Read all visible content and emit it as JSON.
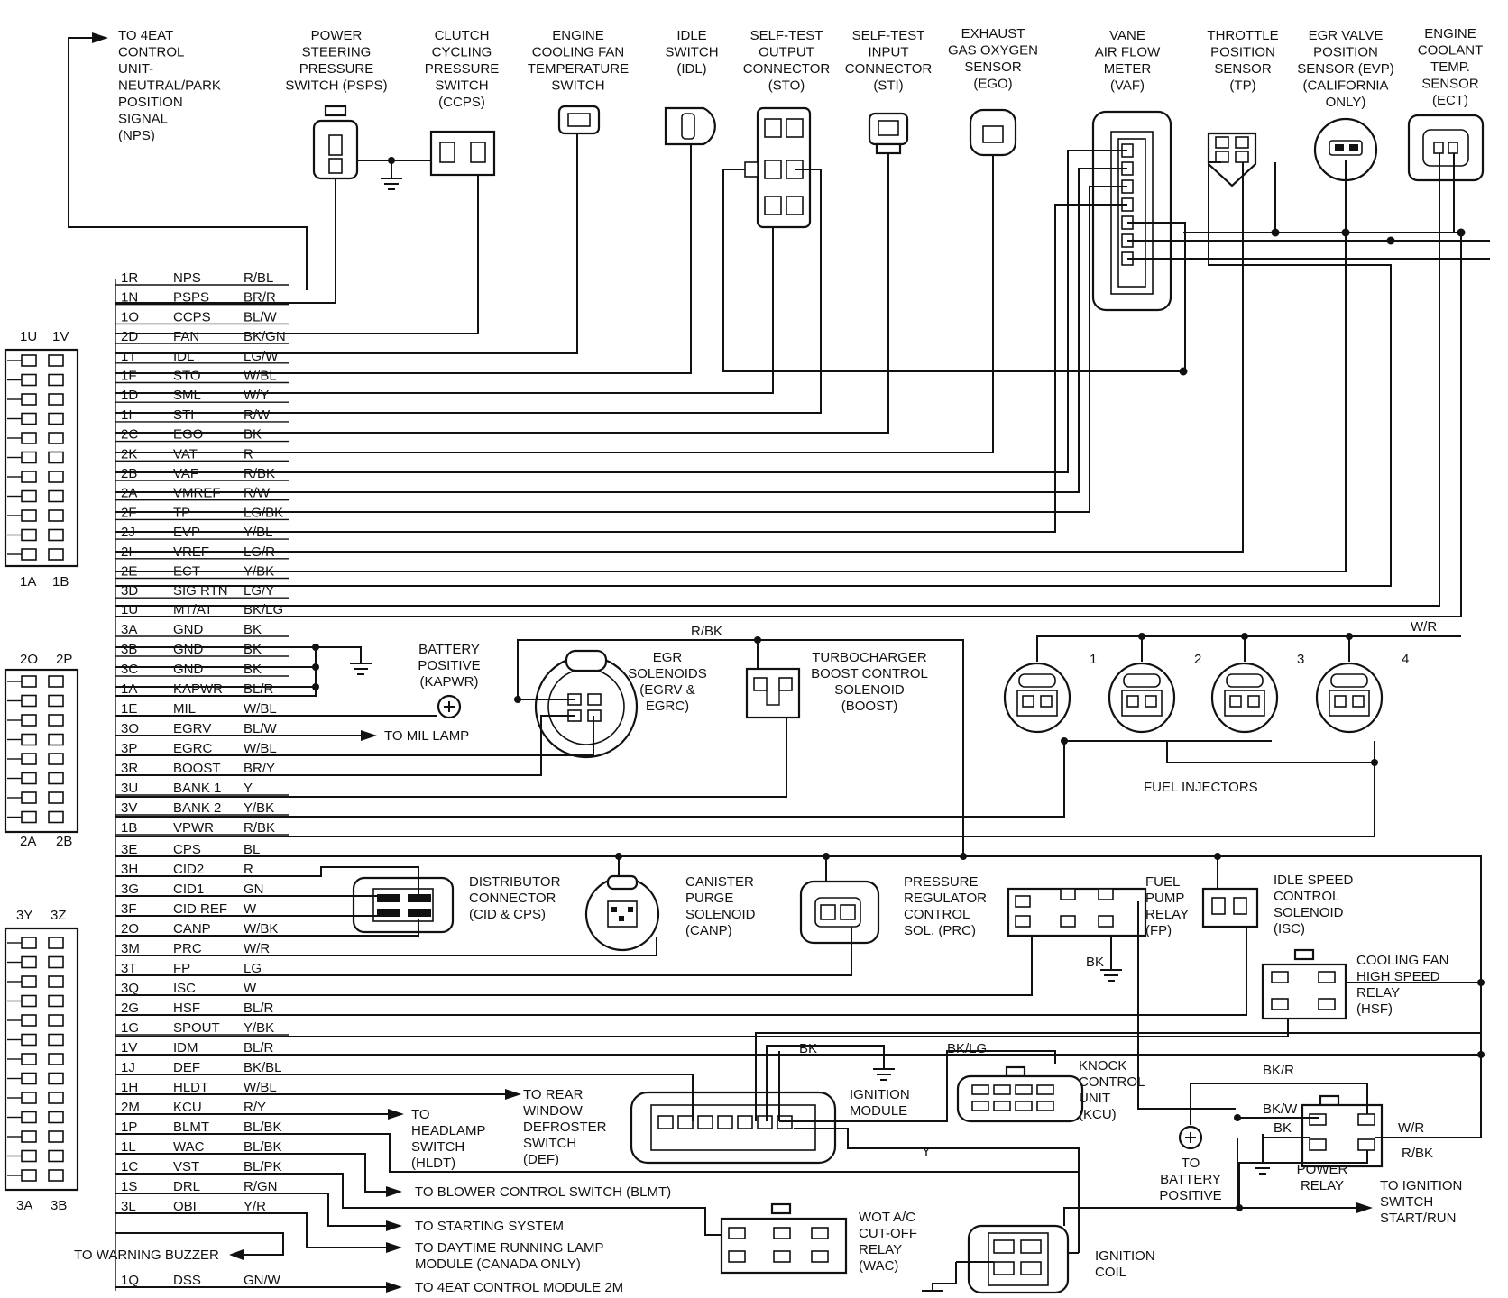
{
  "ecu_pin_rows": [
    {
      "pin": "1R",
      "sig": "NPS",
      "color": "R/BL"
    },
    {
      "pin": "1N",
      "sig": "PSPS",
      "color": "BR/R"
    },
    {
      "pin": "1O",
      "sig": "CCPS",
      "color": "BL/W"
    },
    {
      "pin": "2D",
      "sig": "FAN",
      "color": "BK/GN"
    },
    {
      "pin": "1T",
      "sig": "IDL",
      "color": "LG/W"
    },
    {
      "pin": "1F",
      "sig": "STO",
      "color": "W/BL"
    },
    {
      "pin": "1D",
      "sig": "SML",
      "color": "W/Y"
    },
    {
      "pin": "1I",
      "sig": "STI",
      "color": "R/W"
    },
    {
      "pin": "2C",
      "sig": "EGO",
      "color": "BK"
    },
    {
      "pin": "2K",
      "sig": "VAT",
      "color": "R"
    },
    {
      "pin": "2B",
      "sig": "VAF",
      "color": "R/BK"
    },
    {
      "pin": "2A",
      "sig": "VMREF",
      "color": "R/W"
    },
    {
      "pin": "2F",
      "sig": "TP",
      "color": "LG/BK"
    },
    {
      "pin": "2J",
      "sig": "EVP",
      "color": "Y/BL"
    },
    {
      "pin": "2I",
      "sig": "VREF",
      "color": "LG/R"
    },
    {
      "pin": "2E",
      "sig": "ECT",
      "color": "Y/BK"
    },
    {
      "pin": "3D",
      "sig": "SIG  RTN",
      "color": "LG/Y"
    },
    {
      "pin": "1U",
      "sig": "MT/AT",
      "color": "BK/LG"
    },
    {
      "pin": "3A",
      "sig": "GND",
      "color": "BK"
    },
    {
      "pin": "3B",
      "sig": "GND",
      "color": "BK"
    },
    {
      "pin": "3C",
      "sig": "GND",
      "color": "BK"
    },
    {
      "pin": "1A",
      "sig": "KAPWR",
      "color": "BL/R"
    },
    {
      "pin": "1E",
      "sig": "MIL",
      "color": "W/BL"
    },
    {
      "pin": "3O",
      "sig": "EGRV",
      "color": "BL/W"
    },
    {
      "pin": "3P",
      "sig": "EGRC",
      "color": "W/BL"
    },
    {
      "pin": "3R",
      "sig": "BOOST",
      "color": "BR/Y"
    },
    {
      "pin": "3U",
      "sig": "BANK 1",
      "color": "Y"
    },
    {
      "pin": "3V",
      "sig": "BANK 2",
      "color": "Y/BK"
    },
    {
      "pin": "1B",
      "sig": "VPWR",
      "color": "R/BK"
    },
    {
      "pin": "3E",
      "sig": "CPS",
      "color": "BL"
    },
    {
      "pin": "3H",
      "sig": "CID2",
      "color": "R"
    },
    {
      "pin": "3G",
      "sig": "CID1",
      "color": "GN"
    },
    {
      "pin": "3F",
      "sig": "CID  REF",
      "color": "W"
    },
    {
      "pin": "2O",
      "sig": "CANP",
      "color": "W/BK"
    },
    {
      "pin": "3M",
      "sig": "PRC",
      "color": "W/R"
    },
    {
      "pin": "3T",
      "sig": "FP",
      "color": "LG"
    },
    {
      "pin": "3Q",
      "sig": "ISC",
      "color": "W"
    },
    {
      "pin": "2G",
      "sig": "HSF",
      "color": "BL/R"
    },
    {
      "pin": "1G",
      "sig": "SPOUT",
      "color": "Y/BK"
    },
    {
      "pin": "1V",
      "sig": "IDM",
      "color": "BL/R"
    },
    {
      "pin": "1J",
      "sig": "DEF",
      "color": "BK/BL"
    },
    {
      "pin": "1H",
      "sig": "HLDT",
      "color": "W/BL"
    },
    {
      "pin": "2M",
      "sig": "KCU",
      "color": "R/Y"
    },
    {
      "pin": "1P",
      "sig": "BLMT",
      "color": "BL/BK"
    },
    {
      "pin": "1L",
      "sig": "WAC",
      "color": "BL/BK"
    },
    {
      "pin": "1C",
      "sig": "VST",
      "color": "BL/PK"
    },
    {
      "pin": "1S",
      "sig": "DRL",
      "color": "R/GN"
    },
    {
      "pin": "3L",
      "sig": "OBI",
      "color": "Y/R"
    },
    {
      "pin": "1Q",
      "sig": "DSS",
      "color": "GN/W"
    }
  ],
  "connector_labels": {
    "c1_top_left": "1U",
    "c1_top_right": "1V",
    "c1_bot_left": "1A",
    "c1_bot_right": "1B",
    "c2_top_left": "2O",
    "c2_top_right": "2P",
    "c2_bot_left": "2A",
    "c2_bot_right": "2B",
    "c3_top_left": "3Y",
    "c3_top_right": "3Z",
    "c3_bot_left": "3A",
    "c3_bot_right": "3B"
  },
  "components": {
    "nps": [
      "TO 4EAT",
      "CONTROL",
      "UNIT-",
      "NEUTRAL/PARK",
      "POSITION",
      "SIGNAL",
      "(NPS)"
    ],
    "psps": [
      "POWER",
      "STEERING",
      "PRESSURE",
      "SWITCH (PSPS)"
    ],
    "ccps": [
      "CLUTCH",
      "CYCLING",
      "PRESSURE",
      "SWITCH",
      "(CCPS)"
    ],
    "fan_temp": [
      "ENGINE",
      "COOLING FAN",
      "TEMPERATURE",
      "SWITCH"
    ],
    "idl": [
      "IDLE",
      "SWITCH",
      "(IDL)"
    ],
    "sto": [
      "SELF-TEST",
      "OUTPUT",
      "CONNECTOR",
      "(STO)"
    ],
    "sti": [
      "SELF-TEST",
      "INPUT",
      "CONNECTOR",
      "(STI)"
    ],
    "ego": [
      "EXHAUST",
      "GAS OXYGEN",
      "SENSOR",
      "(EGO)"
    ],
    "vaf": [
      "VANE",
      "AIR FLOW",
      "METER",
      "(VAF)"
    ],
    "tp": [
      "THROTTLE",
      "POSITION",
      "SENSOR",
      "(TP)"
    ],
    "evp": [
      "EGR VALVE",
      "POSITION",
      "SENSOR (EVP)",
      "(CALIFORNIA",
      "ONLY)"
    ],
    "ect": [
      "ENGINE",
      "COOLANT",
      "TEMP.",
      "SENSOR",
      "(ECT)"
    ],
    "kapwr": [
      "BATTERY",
      "POSITIVE",
      "(KAPWR)"
    ],
    "egr": [
      "EGR",
      "SOLENOIDS",
      "(EGRV &",
      "EGRC)"
    ],
    "boost": [
      "TURBOCHARGER",
      "BOOST CONTROL",
      "SOLENOID",
      "(BOOST)"
    ],
    "dist": [
      "DISTRIBUTOR",
      "CONNECTOR",
      "(CID & CPS)"
    ],
    "canp": [
      "CANISTER",
      "PURGE",
      "SOLENOID",
      "(CANP)"
    ],
    "prc": [
      "PRESSURE",
      "REGULATOR",
      "CONTROL",
      "SOL. (PRC)"
    ],
    "fp": [
      "FUEL",
      "PUMP",
      "RELAY",
      "(FP)"
    ],
    "isc": [
      "IDLE SPEED",
      "CONTROL",
      "SOLENOID",
      "(ISC)"
    ],
    "hsf": [
      "COOLING FAN",
      "HIGH SPEED",
      "RELAY",
      "(HSF)"
    ],
    "ign_module": [
      "IGNITION",
      "MODULE"
    ],
    "kcu": [
      "KNOCK",
      "CONTROL",
      "UNIT",
      "(KCU)"
    ],
    "rear_def": [
      "TO REAR",
      "WINDOW",
      "DEFROSTER",
      "SWITCH",
      "(DEF)"
    ],
    "headlamp": [
      "TO",
      "HEADLAMP",
      "SWITCH",
      "(HLDT)"
    ],
    "battery_pos": [
      "TO",
      "BATTERY",
      "POSITIVE"
    ],
    "power_relay": [
      "POWER",
      "RELAY"
    ],
    "ign_switch": [
      "TO IGNITION",
      "SWITCH",
      "START/RUN"
    ],
    "wac": [
      "WOT A/C",
      "CUT-OFF",
      "RELAY",
      "(WAC)"
    ],
    "ign_coil": [
      "IGNITION",
      "COIL"
    ],
    "fuel_injectors": "FUEL INJECTORS",
    "to_mil_lamp": "TO MIL LAMP",
    "to_blower": "TO BLOWER CONTROL SWITCH (BLMT)",
    "to_starting": "TO STARTING SYSTEM",
    "to_drl": [
      "TO DAYTIME RUNNING LAMP",
      "MODULE (CANADA ONLY)"
    ],
    "to_warning_buzzer": "TO WARNING BUZZER",
    "to_4eat_2m": "TO 4EAT CONTROL MODULE 2M"
  },
  "wire_tags": {
    "rbk": "R/BK",
    "wr_top": "W/R",
    "bk": "BK",
    "bklg": "BK/LG",
    "y": "Y",
    "bkr": "BK/R",
    "bkw": "BK/W",
    "bk_relay": "BK",
    "wr_relay": "W/R",
    "rbk_relay": "R/BK",
    "bk_fp": "BK"
  },
  "injector_numbers": [
    "1",
    "2",
    "3",
    "4"
  ]
}
